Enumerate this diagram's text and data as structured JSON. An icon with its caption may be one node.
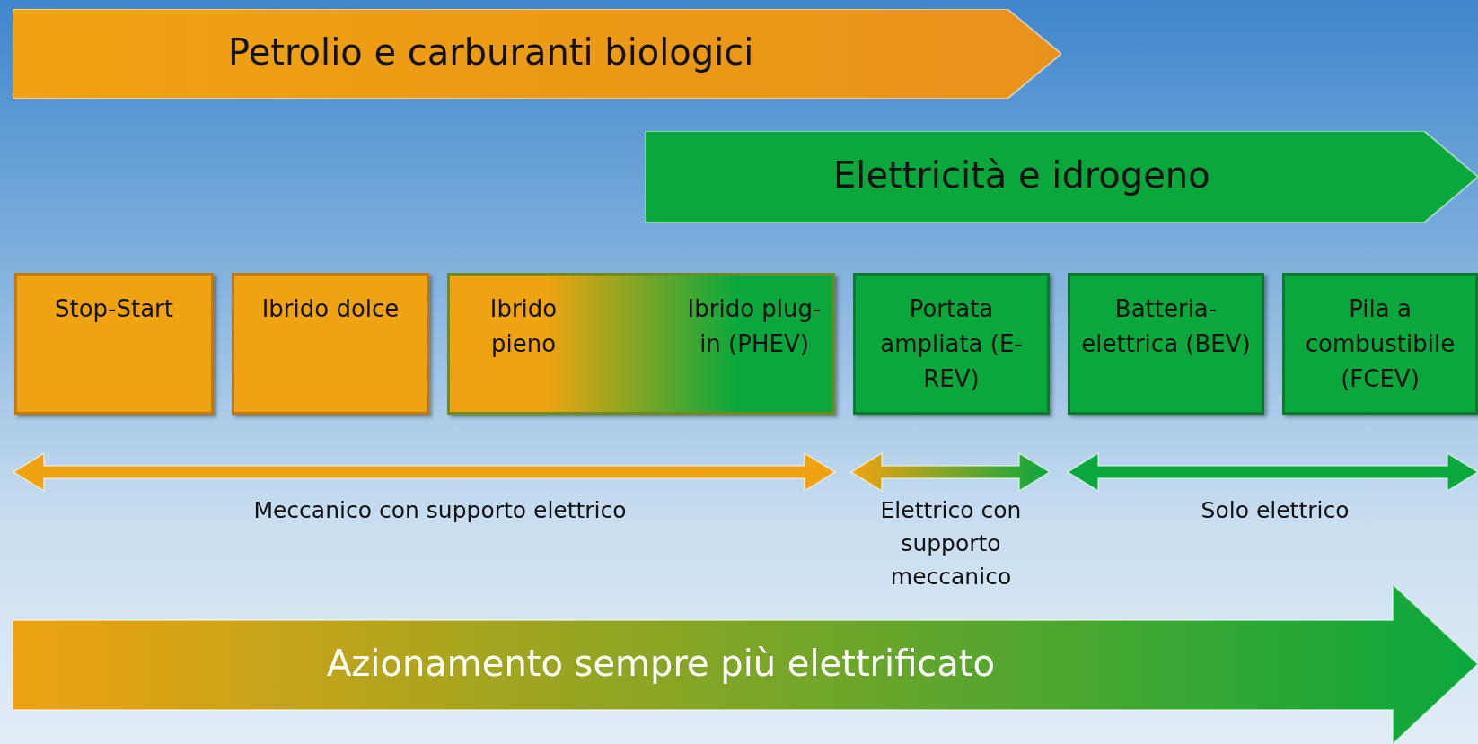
{
  "diagram": {
    "nodes": [
      {
        "text": [
          "Petrolio e carburanti biologici"
        ]
      },
      {
        "text": [
          "Elettricità e idrogeno"
        ]
      },
      {
        "text": [
          "Stop-Start"
        ]
      },
      {
        "text": [
          "Ibrido dolce"
        ]
      },
      {
        "text": [
          "Ibrido pieno",
          "Ibrido plug-in (PHEV)"
        ]
      },
      {
        "text": [
          "Portata ampliata (E-REV)"
        ]
      },
      {
        "text": [
          "Batteria-elettrica (BEV)"
        ]
      },
      {
        "text": [
          "Pila a combustibile (FCEV)"
        ]
      },
      {
        "text": [
          "Azionamento sempre più elettrificato"
        ]
      }
    ],
    "labels": [
      "Meccanico con supporto elettrico",
      "Elettrico con supporto meccanico",
      "Solo elettrico"
    ]
  }
}
